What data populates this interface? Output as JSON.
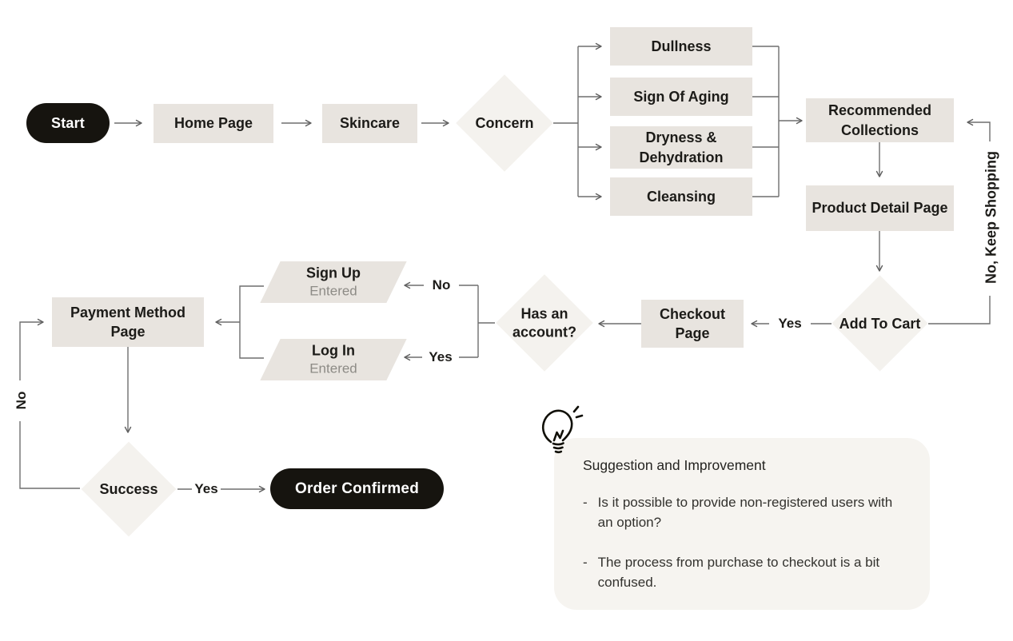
{
  "flow": {
    "start": "Start",
    "home_page": "Home Page",
    "skincare": "Skincare",
    "concern": "Concern",
    "options": [
      "Dullness",
      "Sign Of Aging",
      "Dryness & Dehydration",
      "Cleansing"
    ],
    "recommended_collections": "Recommended Collections",
    "product_detail_page": "Product Detail Page",
    "add_to_cart": "Add To Cart",
    "checkout_page": "Checkout Page",
    "has_account": "Has an account?",
    "sign_up": {
      "title": "Sign Up",
      "subtitle": "Entered"
    },
    "log_in": {
      "title": "Log In",
      "subtitle": "Entered"
    },
    "payment_method_page": "Payment Method Page",
    "success": "Success",
    "order_confirmed": "Order Confirmed"
  },
  "edge_labels": {
    "add_to_cart_yes": "Yes",
    "keep_shopping": "No, Keep Shopping",
    "account_no": "No",
    "account_yes": "Yes",
    "success_yes": "Yes",
    "success_no": "No"
  },
  "suggestion": {
    "icon": "lightbulb-icon",
    "title": "Suggestion and Improvement",
    "dash": "-",
    "bullets": [
      "Is it possible to provide non-registered users with an option?",
      "The process from purchase to checkout is a bit confused."
    ]
  },
  "colors": {
    "node_fill": "#e8e4df",
    "diamond_fill": "#f4f2ee",
    "pill_fill": "#16140f",
    "pill_text": "#ffffff",
    "text": "#1c1b18",
    "muted_text": "#8d8b86",
    "line": "#6e6e6e",
    "panel_fill": "#f6f4f0"
  }
}
